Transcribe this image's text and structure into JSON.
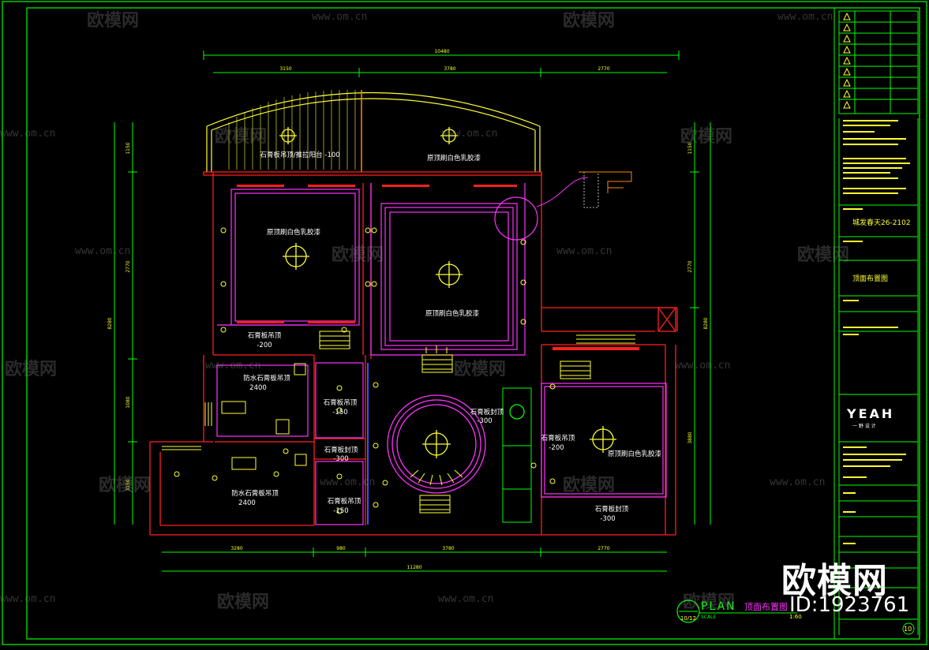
{
  "drawing": {
    "dims_top": {
      "total": "10480",
      "seg1": "3150",
      "seg2": "3780",
      "seg3": "2770"
    },
    "dims_bottom": {
      "total": "11280",
      "seg1": "3280",
      "seg2": "980",
      "seg3": "3780",
      "seg4": "2770"
    },
    "dims_left": {
      "total": "8280",
      "seg1": "1150",
      "seg2": "2770",
      "seg3": "1080",
      "seg4": "3150"
    },
    "dims_right": {
      "total": "8280",
      "seg1": "1150",
      "seg2": "2770",
      "seg3": "3880"
    },
    "labels": {
      "balcony_left": "石膏板吊顶/推拉阳台 -100",
      "balcony_right": "原顶刷白色乳胶漆",
      "room_tl": "原顶刷白色乳胶漆",
      "room_tc": "原顶刷白色乳胶漆",
      "gypsum_1": "石膏板吊顶",
      "gypsum_1_lvl": "-200",
      "waterproof_1": "防水石膏板吊顶",
      "waterproof_1_lvl": "2400",
      "corridor_1": "石膏板吊顶",
      "corridor_1_lvl": "-150",
      "corridor_2": "石膏板封顶",
      "corridor_2_lvl": "-300",
      "corridor_3": "石膏板吊顶",
      "corridor_3_lvl": "-150",
      "waterproof_2": "防水石膏板吊顶",
      "waterproof_2_lvl": "2400",
      "circle": "石膏板封顶",
      "circle_lvl": "-300",
      "room_r_left": "石膏板吊顶",
      "room_r_left_lvl": "-200",
      "room_r": "原顶刷白色乳胶漆",
      "room_r_bottom": "石膏板封顶",
      "room_r_bottom_lvl": "-300"
    },
    "plan_title_en": "PLAN",
    "plan_title_cn": "顶面布置图",
    "plan_num": "10/12",
    "plan_scale": "SCALE",
    "plan_scale_val": "1:60"
  },
  "title_block": {
    "project": "城发春天26-2102",
    "drawing_name": "顶面布置图",
    "logo_text": "YEAH",
    "logo_sub": "一  野  设  计",
    "page_no": "10"
  },
  "watermarks": {
    "brand": "欧模网",
    "url": "www.om.cn",
    "id": "ID:1923761"
  },
  "colors": {
    "background": "#000000",
    "wall": "#ff2020",
    "ceiling": "#ff33ff",
    "dimension": "#00ff00",
    "fixture": "#ffff33",
    "text": "#ffffff"
  }
}
